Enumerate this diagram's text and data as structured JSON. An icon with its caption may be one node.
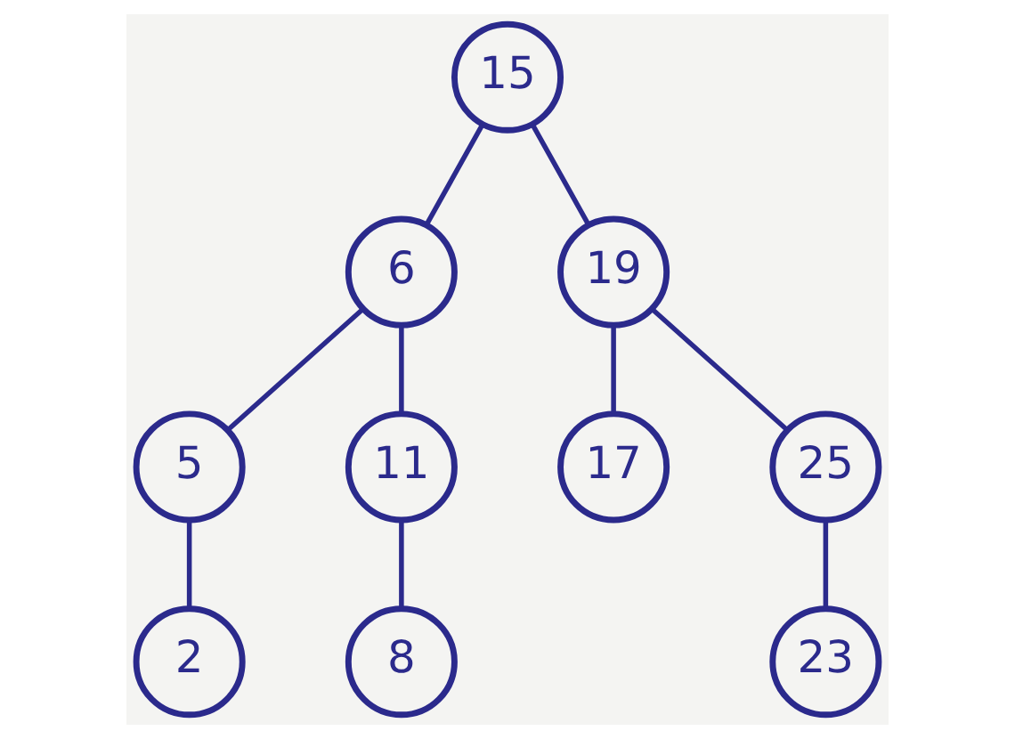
{
  "diagram": {
    "nodes": [
      {
        "text": [
          "15"
        ]
      },
      {
        "text": [
          "6"
        ]
      },
      {
        "text": [
          "19"
        ]
      },
      {
        "text": [
          "5"
        ]
      },
      {
        "text": [
          "11"
        ]
      },
      {
        "text": [
          "17"
        ]
      },
      {
        "text": [
          "25"
        ]
      },
      {
        "text": [
          "2"
        ]
      },
      {
        "text": [
          "8"
        ]
      },
      {
        "text": [
          "23"
        ]
      }
    ],
    "edges": [
      {
        "from": 0,
        "to": 1,
        "arrow": "none"
      },
      {
        "from": 0,
        "to": 2,
        "arrow": "none"
      },
      {
        "from": 1,
        "to": 3,
        "arrow": "none"
      },
      {
        "from": 1,
        "to": 4,
        "arrow": "none"
      },
      {
        "from": 2,
        "to": 5,
        "arrow": "none"
      },
      {
        "from": 2,
        "to": 6,
        "arrow": "none"
      },
      {
        "from": 3,
        "to": 7,
        "arrow": "none"
      },
      {
        "from": 4,
        "to": 8,
        "arrow": "none"
      },
      {
        "from": 6,
        "to": 9,
        "arrow": "none"
      }
    ]
  }
}
